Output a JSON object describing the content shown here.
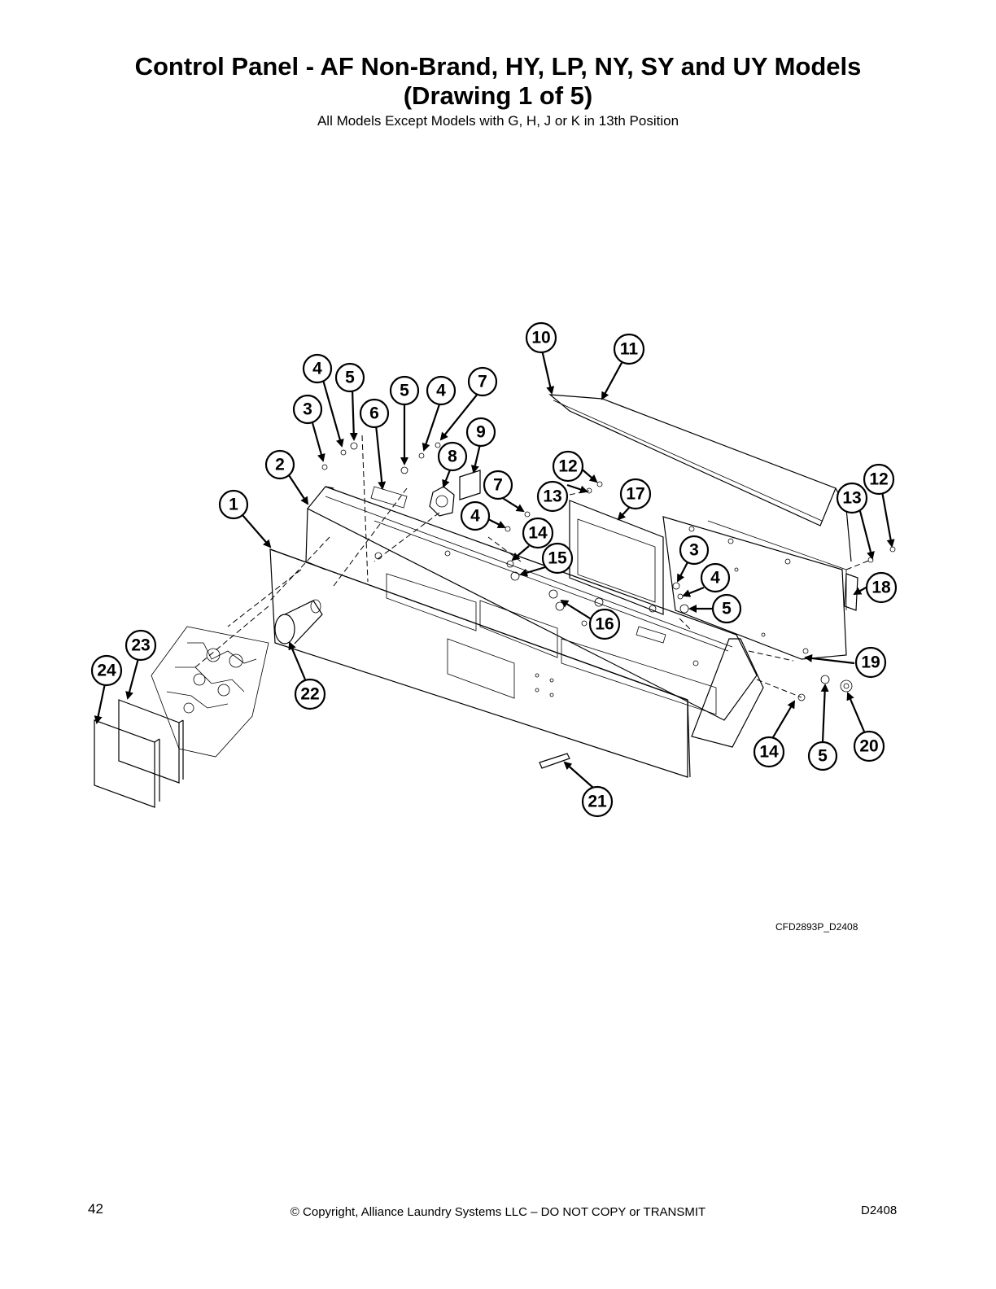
{
  "header": {
    "title_line1": "Control Panel - AF Non-Brand, HY, LP, NY, SY and UY Models",
    "title_line2": "(Drawing 1 of 5)",
    "subtitle": "All Models Except Models with G, H, J or K in 13th Position"
  },
  "callouts": {
    "c1": "1",
    "c2": "2",
    "c3a": "3",
    "c3b": "3",
    "c4a": "4",
    "c4b": "4",
    "c4c": "4",
    "c4d": "4",
    "c5a": "5",
    "c5b": "5",
    "c5c": "5",
    "c5d": "5",
    "c6": "6",
    "c7a": "7",
    "c7b": "7",
    "c8": "8",
    "c9": "9",
    "c10": "10",
    "c11": "11",
    "c12a": "12",
    "c12b": "12",
    "c13a": "13",
    "c13b": "13",
    "c14a": "14",
    "c14b": "14",
    "c15": "15",
    "c16": "16",
    "c17": "17",
    "c18": "18",
    "c19": "19",
    "c20": "20",
    "c21": "21",
    "c22": "22",
    "c23": "23",
    "c24": "24"
  },
  "drawing_id": "CFD2893P_D2408",
  "footer": {
    "page_number": "42",
    "copyright": "© Copyright, Alliance Laundry Systems LLC – DO NOT COPY or TRANSMIT",
    "doc_code": "D2408"
  }
}
